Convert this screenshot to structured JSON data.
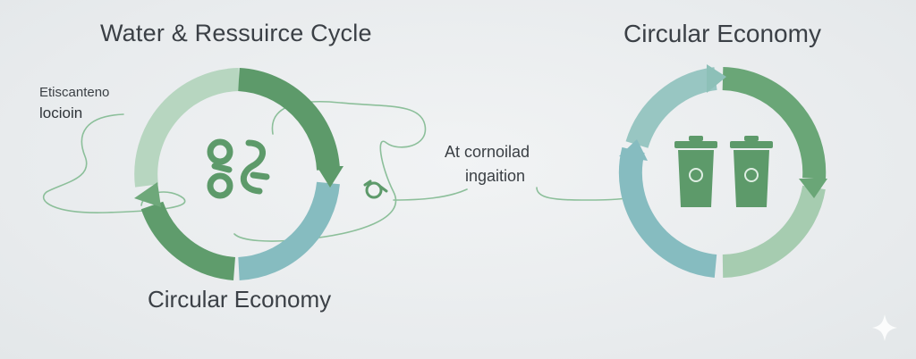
{
  "diagram": {
    "left_title": "Water & Ressuirce Cycle",
    "right_title": "Circular Economy",
    "left_bottom_label": "Circular Economy",
    "side_label": {
      "line1": "Etiscanteno",
      "line2": "locioin"
    },
    "middle_label": {
      "line1": "At cornoilad",
      "line2": "ingaition"
    }
  },
  "colors": {
    "dark_green": "#5d9a6a",
    "mid_green": "#7fb48a",
    "pale_green": "#b7d6c0",
    "teal": "#86bcc0",
    "line": "#8cbf9a",
    "text": "#3b4046"
  },
  "icons": [
    "recycle-symbol-icon",
    "small-recycle-icon",
    "recycling-bin-icon",
    "sparkle-icon"
  ]
}
